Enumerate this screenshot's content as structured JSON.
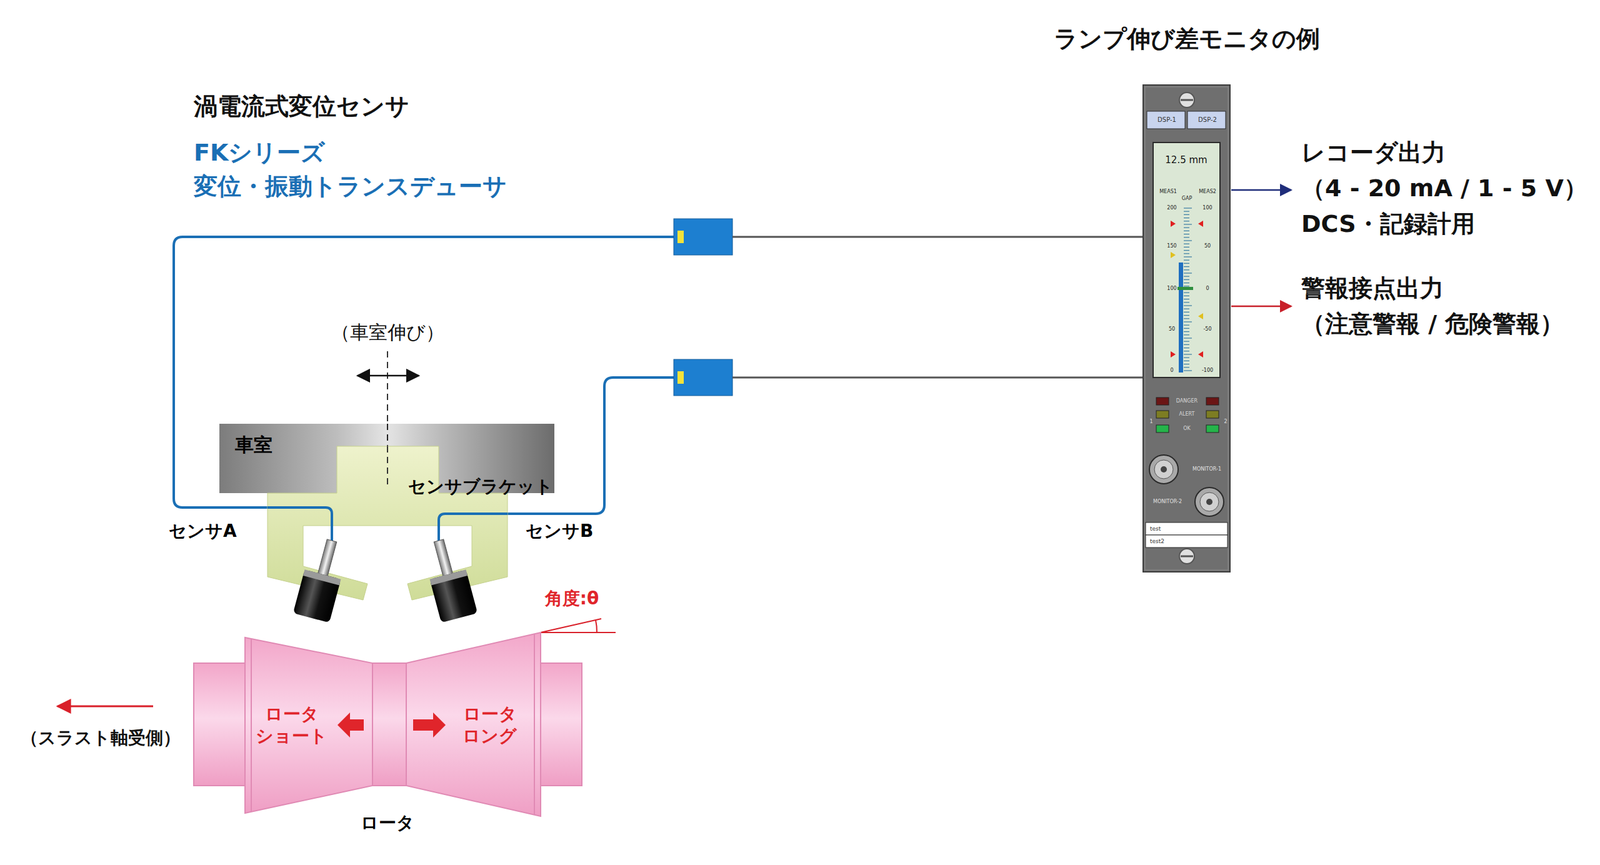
{
  "diagram": {
    "nodes": [
      {
        "text": [
          "車室"
        ]
      },
      {
        "text": [
          "センサブラケット"
        ]
      },
      {
        "text": [
          "センサA"
        ]
      },
      {
        "text": [
          "センサB"
        ]
      },
      {
        "text": [
          "ロータ ショート",
          "ロータ ロング",
          "ロータ"
        ]
      },
      {
        "text": [
          "ランプ伸び差モニタの例"
        ]
      }
    ],
    "edges": [
      {
        "from": 2,
        "to": 5,
        "arrow": "none"
      },
      {
        "from": 3,
        "to": 5,
        "arrow": "none"
      }
    ],
    "labels": [
      "渦電流式変位センサ",
      "FKシリーズ",
      "変位・振動トランスデューサ",
      "（車室伸び）",
      "角度:θ",
      "（スラスト軸受側）",
      "DSP-1",
      "DSP-2",
      "12.5 mm",
      "MEAS1",
      "GAP",
      "MEAS2",
      "200",
      "150",
      "100",
      "50",
      "0",
      "100",
      "50",
      "0",
      "-50",
      "-100",
      "DANGER",
      "ALERT",
      "OK",
      "1",
      "2",
      "MONITOR-1",
      "MONITOR-2",
      "test",
      "test2",
      "レコーダ出力",
      "（4 - 20 mA / 1 - 5 V）",
      "DCS・記録計用",
      "警報接点出力",
      "（注意警報 / 危険警報）"
    ]
  }
}
